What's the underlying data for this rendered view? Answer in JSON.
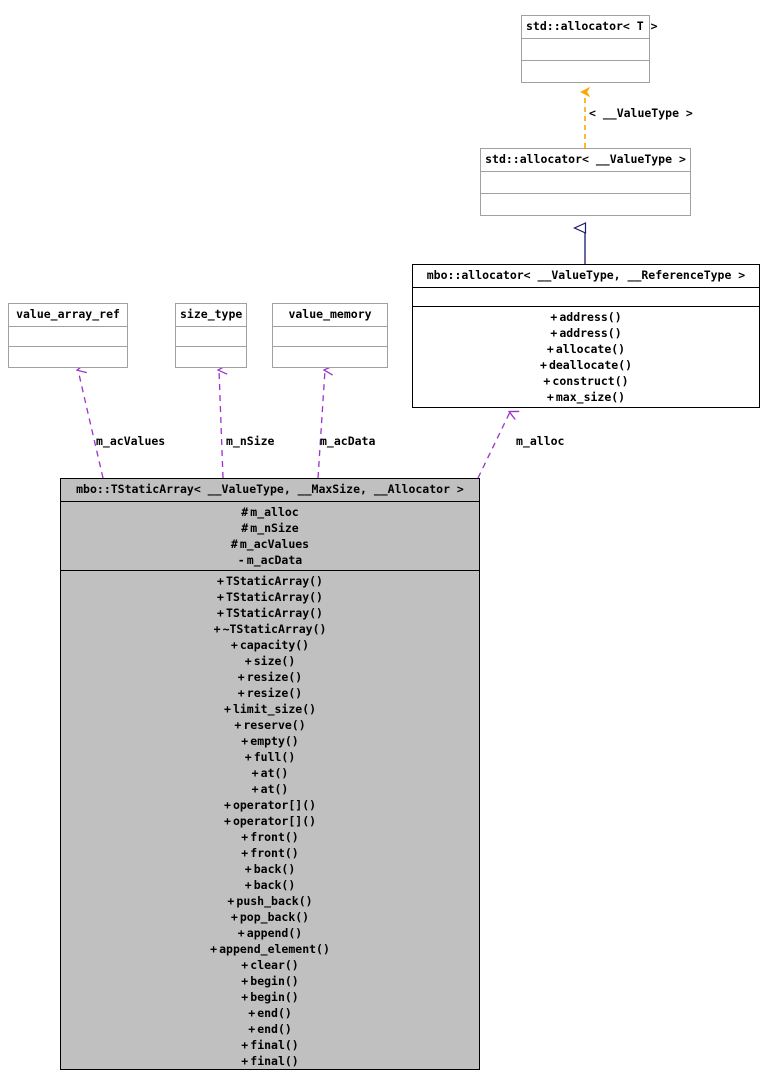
{
  "diagram": {
    "kind": "uml-class-inheritance-collaboration-diagram",
    "colors": {
      "template_edge": "#ffa500",
      "inheritance_edge": "#191970",
      "usage_edge": "#9a32cd",
      "box_fill_highlight": "#c0c0c0",
      "box_border_light": "#a0a0a0",
      "box_border_dark": "#000000",
      "background": "#ffffff"
    }
  },
  "classes": {
    "std_allocator_t": {
      "title": "std::allocator< T >",
      "attributes": [],
      "operations": []
    },
    "std_allocator_valuetype": {
      "title": "std::allocator< __ValueType >",
      "attributes": [],
      "operations": []
    },
    "mbo_allocator": {
      "title": "mbo::allocator< __ValueType, __ReferenceType >",
      "attributes": [],
      "operations": [
        {
          "vis": "+",
          "name": "address()"
        },
        {
          "vis": "+",
          "name": "address()"
        },
        {
          "vis": "+",
          "name": "allocate()"
        },
        {
          "vis": "+",
          "name": "deallocate()"
        },
        {
          "vis": "+",
          "name": "construct()"
        },
        {
          "vis": "+",
          "name": "max_size()"
        }
      ]
    },
    "value_array_ref": {
      "title": "value_array_ref",
      "attributes": [],
      "operations": []
    },
    "size_type": {
      "title": "size_type",
      "attributes": [],
      "operations": []
    },
    "value_memory": {
      "title": "value_memory",
      "attributes": [],
      "operations": []
    },
    "mbo_tstaticarray": {
      "title": "mbo::TStaticArray< __ValueType, __MaxSize, __Allocator >",
      "attributes": [
        {
          "vis": "#",
          "name": "m_alloc"
        },
        {
          "vis": "#",
          "name": "m_nSize"
        },
        {
          "vis": "#",
          "name": "m_acValues"
        },
        {
          "vis": "-",
          "name": "m_acData"
        }
      ],
      "operations": [
        {
          "vis": "+",
          "name": "TStaticArray()"
        },
        {
          "vis": "+",
          "name": "TStaticArray()"
        },
        {
          "vis": "+",
          "name": "TStaticArray()"
        },
        {
          "vis": "+",
          "name": "~TStaticArray()"
        },
        {
          "vis": "+",
          "name": "capacity()"
        },
        {
          "vis": "+",
          "name": "size()"
        },
        {
          "vis": "+",
          "name": "resize()"
        },
        {
          "vis": "+",
          "name": "resize()"
        },
        {
          "vis": "+",
          "name": "limit_size()"
        },
        {
          "vis": "+",
          "name": "reserve()"
        },
        {
          "vis": "+",
          "name": "empty()"
        },
        {
          "vis": "+",
          "name": "full()"
        },
        {
          "vis": "+",
          "name": "at()"
        },
        {
          "vis": "+",
          "name": "at()"
        },
        {
          "vis": "+",
          "name": "operator[]()"
        },
        {
          "vis": "+",
          "name": "operator[]()"
        },
        {
          "vis": "+",
          "name": "front()"
        },
        {
          "vis": "+",
          "name": "front()"
        },
        {
          "vis": "+",
          "name": "back()"
        },
        {
          "vis": "+",
          "name": "back()"
        },
        {
          "vis": "+",
          "name": "push_back()"
        },
        {
          "vis": "+",
          "name": "pop_back()"
        },
        {
          "vis": "+",
          "name": "append()"
        },
        {
          "vis": "+",
          "name": "append_element()"
        },
        {
          "vis": "+",
          "name": "clear()"
        },
        {
          "vis": "+",
          "name": "begin()"
        },
        {
          "vis": "+",
          "name": "begin()"
        },
        {
          "vis": "+",
          "name": "end()"
        },
        {
          "vis": "+",
          "name": "end()"
        },
        {
          "vis": "+",
          "name": "final()"
        },
        {
          "vis": "+",
          "name": "final()"
        }
      ]
    }
  },
  "edge_labels": {
    "template_binding": "< __ValueType >",
    "m_acValues": "m_acValues",
    "m_nSize": "m_nSize",
    "m_acData": "m_acData",
    "m_alloc": "m_alloc"
  }
}
